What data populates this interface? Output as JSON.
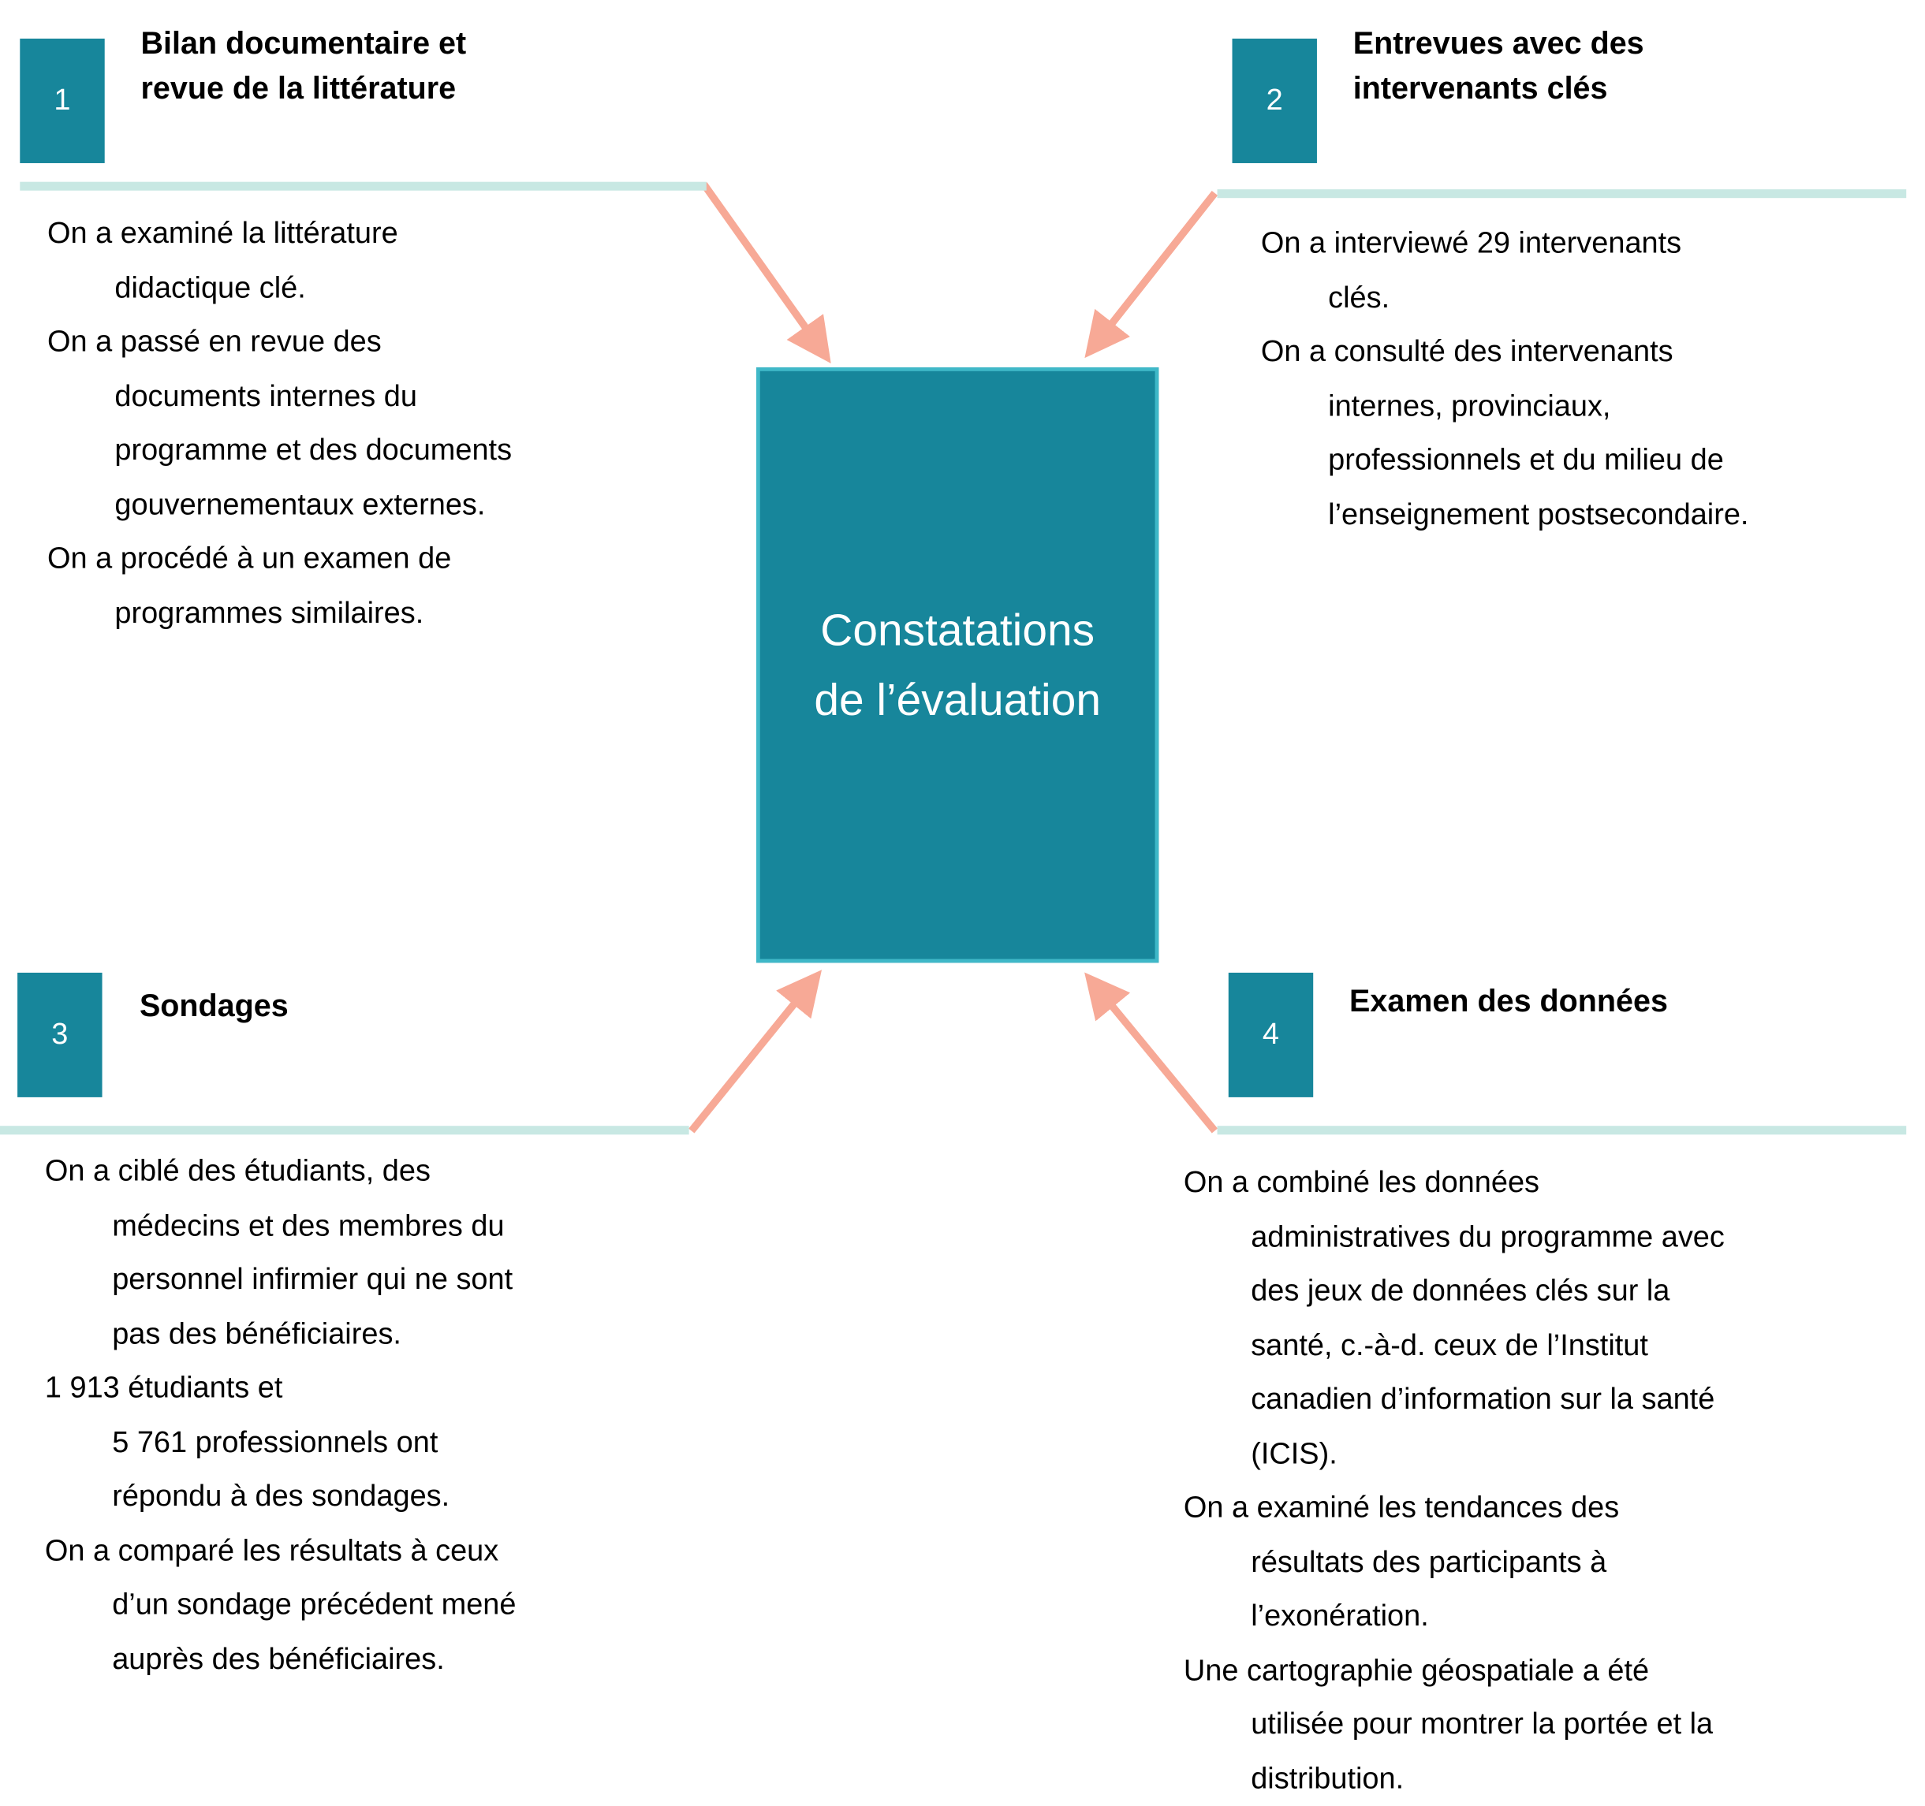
{
  "center": {
    "lines": [
      "Constatations",
      "de l’évaluation"
    ]
  },
  "colors": {
    "box": "#17869b",
    "box_border": "#3fb8c8",
    "rule": "#c8e8e3",
    "arrow": "#f7a996"
  },
  "sections": [
    {
      "number": "1",
      "title": [
        "Bilan documentaire et",
        "revue de la littérature"
      ],
      "bullets": [
        [
          "On a examiné la littérature",
          "didactique clé."
        ],
        [
          "On a passé en revue des",
          "documents internes du",
          "programme et des documents",
          "gouvernementaux externes."
        ],
        [
          "On a procédé à un examen de",
          "programmes similaires."
        ]
      ]
    },
    {
      "number": "2",
      "title": [
        "Entrevues avec des",
        "intervenants clés"
      ],
      "bullets": [
        [
          "On a interviewé 29 intervenants",
          "clés."
        ],
        [
          "On a consulté des intervenants",
          "internes, provinciaux,",
          "professionnels et du milieu de",
          "l’enseignement postsecondaire."
        ]
      ]
    },
    {
      "number": "3",
      "title": [
        "Sondages"
      ],
      "bullets": [
        [
          "On a ciblé des étudiants, des",
          "médecins et des membres du",
          "personnel infirmier qui ne sont",
          "pas des bénéficiaires."
        ],
        [
          "1 913 étudiants et",
          "5 761 professionnels ont",
          "répondu à des sondages."
        ],
        [
          "On a comparé les résultats à ceux",
          "d’un sondage précédent mené",
          "auprès des bénéficiaires."
        ]
      ]
    },
    {
      "number": "4",
      "title": [
        "Examen des données"
      ],
      "bullets": [
        [
          "On a combiné les données",
          "administratives du programme avec",
          "des jeux de données clés sur la",
          "santé, c.-à-d. ceux de l’Institut",
          "canadien d’information sur la santé",
          "(ICIS)."
        ],
        [
          "On a examiné les tendances des",
          "résultats des participants à",
          "l’exonération."
        ],
        [
          "Une cartographie géospatiale a été",
          "utilisée pour montrer la portée et la",
          "distribution."
        ]
      ]
    }
  ]
}
